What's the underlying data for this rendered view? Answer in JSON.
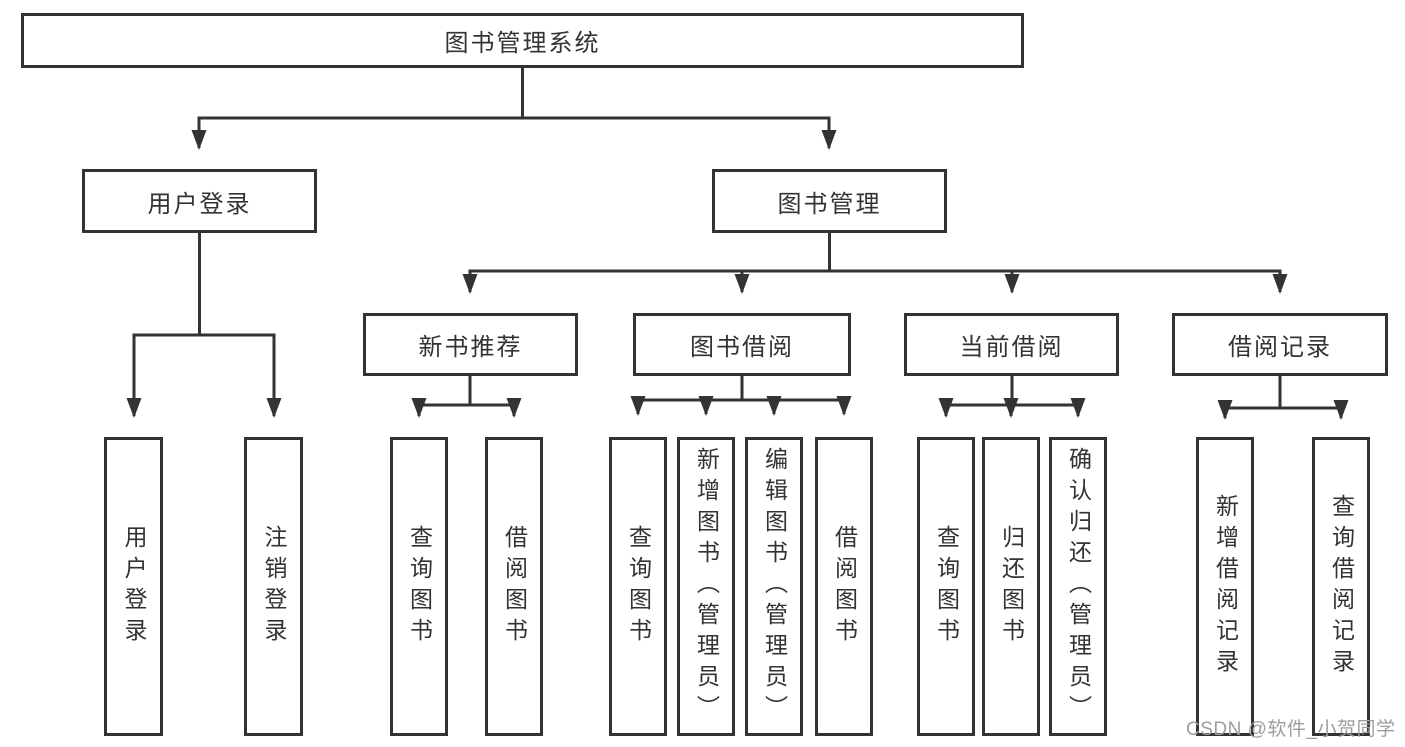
{
  "diagram": {
    "title": "图书管理系统",
    "root": {
      "label": "图书管理系统"
    },
    "level2": [
      {
        "id": "user-login",
        "label": "用户登录"
      },
      {
        "id": "book-management",
        "label": "图书管理"
      }
    ],
    "level3": [
      {
        "id": "new-book-recommend",
        "label": "新书推荐",
        "parent": "图书管理"
      },
      {
        "id": "book-borrow",
        "label": "图书借阅",
        "parent": "图书管理"
      },
      {
        "id": "current-borrow",
        "label": "当前借阅",
        "parent": "图书管理"
      },
      {
        "id": "borrow-records",
        "label": "借阅记录",
        "parent": "图书管理"
      }
    ],
    "leaves": [
      {
        "parent": "用户登录",
        "label": "用户登录"
      },
      {
        "parent": "用户登录",
        "label": "注销登录"
      },
      {
        "parent": "新书推荐",
        "label": "查询图书"
      },
      {
        "parent": "新书推荐",
        "label": "借阅图书"
      },
      {
        "parent": "图书借阅",
        "label": "查询图书"
      },
      {
        "parent": "图书借阅",
        "label": "新增图书（管理员）"
      },
      {
        "parent": "图书借阅",
        "label": "编辑图书（管理员）"
      },
      {
        "parent": "图书借阅",
        "label": "借阅图书"
      },
      {
        "parent": "当前借阅",
        "label": "查询图书"
      },
      {
        "parent": "当前借阅",
        "label": "归还图书"
      },
      {
        "parent": "当前借阅",
        "label": "确认归还（管理员）"
      },
      {
        "parent": "借阅记录",
        "label": "新增借阅记录"
      },
      {
        "parent": "借阅记录",
        "label": "查询借阅记录"
      }
    ]
  },
  "watermark": {
    "text": "CSDN @软件_小贺同学"
  },
  "colors": {
    "line": "#333333",
    "border": "#333333",
    "text": "#333333",
    "background": "#ffffff",
    "watermark": "#9e9e9e"
  }
}
